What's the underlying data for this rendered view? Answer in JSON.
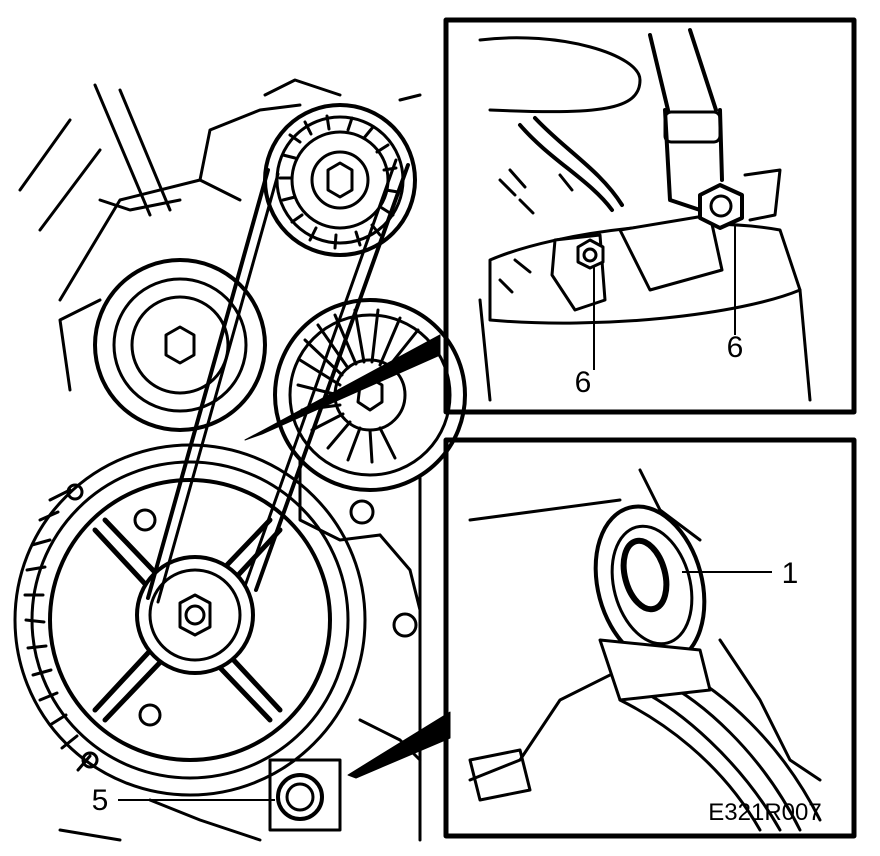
{
  "figure": {
    "code": "E321R007",
    "callouts": {
      "c1": "1",
      "c5": "5",
      "c6a": "6",
      "c6b": "6"
    },
    "ink_color": "#000000",
    "paper_color": "#ffffff"
  }
}
